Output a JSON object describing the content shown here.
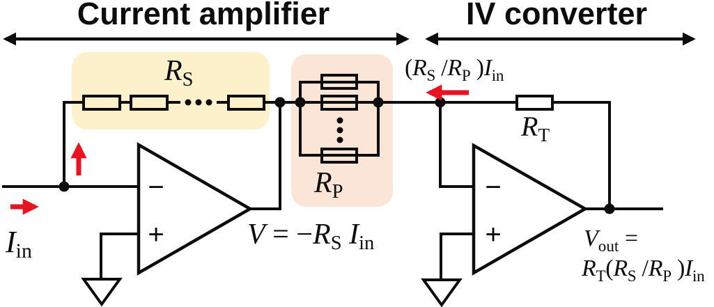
{
  "figure": {
    "type": "circuit-diagram",
    "description": "Two-stage readout circuit: a current amplifier (op-amp with series resistors RS in feedback and parallel resistors RP) followed by an IV converter (op-amp with feedback resistor RT)"
  },
  "colors": {
    "red": "#e8131f",
    "series_box_fill": "#fcf1cb",
    "parallel_box_fill": "#fbe5d6",
    "wire": "#0d0d0d",
    "background": "#ffffff"
  },
  "sections": {
    "left_title": "Current amplifier",
    "right_title": "IV converter"
  },
  "opamp": {
    "minus": "−",
    "plus": "+"
  },
  "math": {
    "rs_label": [
      {
        "t": "R",
        "i": 1
      },
      {
        "t": "S",
        "s": 1
      }
    ],
    "rp_label": [
      {
        "t": "R",
        "i": 1
      },
      {
        "t": "P",
        "s": 1
      }
    ],
    "rt_label": [
      {
        "t": "R",
        "i": 1
      },
      {
        "t": "T",
        "s": 1
      }
    ],
    "iin_label": [
      {
        "t": "I",
        "i": 1
      },
      {
        "t": "in",
        "s": 1
      }
    ],
    "v_equation": [
      {
        "t": "V",
        "i": 1
      },
      {
        "t": " = −"
      },
      {
        "t": "R",
        "i": 1
      },
      {
        "t": "S",
        "s": 1
      },
      {
        "t": " "
      },
      {
        "t": "I",
        "i": 1
      },
      {
        "t": "in",
        "s": 1
      }
    ],
    "transfer_current_label": [
      {
        "t": "("
      },
      {
        "t": "R",
        "i": 1
      },
      {
        "t": "S",
        "s": 1
      },
      {
        "t": " /"
      },
      {
        "t": "R",
        "i": 1
      },
      {
        "t": "P",
        "s": 1
      },
      {
        "t": " )"
      },
      {
        "t": "I",
        "i": 1
      },
      {
        "t": "in",
        "s": 1
      }
    ],
    "vout_line1": [
      {
        "t": "V",
        "i": 1
      },
      {
        "t": "out",
        "s": 1
      },
      {
        "t": " ="
      }
    ],
    "vout_line2": [
      {
        "t": "R",
        "i": 1
      },
      {
        "t": "T",
        "s": 1
      },
      {
        "t": "("
      },
      {
        "t": "R",
        "i": 1
      },
      {
        "t": "S",
        "s": 1
      },
      {
        "t": " /"
      },
      {
        "t": "R",
        "i": 1
      },
      {
        "t": "P",
        "s": 1
      },
      {
        "t": " )"
      },
      {
        "t": "I",
        "i": 1
      },
      {
        "t": "in",
        "s": 1
      }
    ]
  }
}
